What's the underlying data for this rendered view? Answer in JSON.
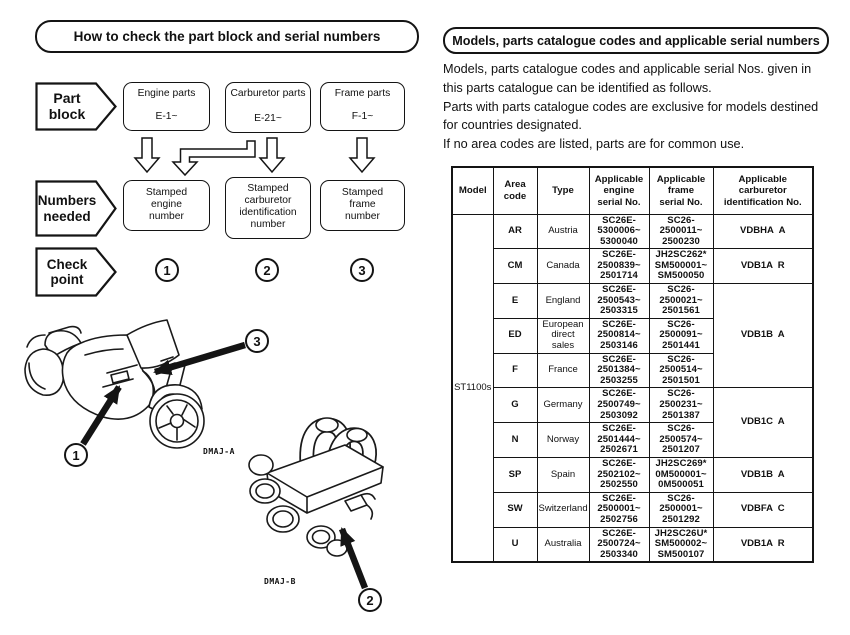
{
  "left": {
    "title": "How to check the part block and serial numbers",
    "flow": {
      "part_block": {
        "label": "Part block",
        "items": [
          {
            "name": "Engine parts",
            "code": "E-1~"
          },
          {
            "name": "Carburetor parts",
            "code": "E-21~"
          },
          {
            "name": "Frame parts",
            "code": "F-1~"
          }
        ]
      },
      "numbers_needed": {
        "label": "Numbers\nneeded",
        "items": [
          "Stamped\nengine\nnumber",
          "Stamped\ncarburetor\nidentification\nnumber",
          "Stamped\nframe\nnumber"
        ]
      },
      "check_point": {
        "label": "Check\npoint",
        "items": [
          "1",
          "2",
          "3"
        ]
      }
    },
    "figures": {
      "motorcycle_code": "DMAJ-A",
      "carburetor_code": "DMAJ-B",
      "callouts": {
        "engine": "1",
        "carburetor": "2",
        "frame": "3"
      }
    }
  },
  "right": {
    "title": "Models, parts catalogue codes and applicable serial numbers",
    "paragraph": "Models, parts catalogue codes and applicable serial Nos. given in\nthis parts catalogue can be identified as follows.\nParts with parts catalogue codes are exclusive for models destined\nfor countries designated.\nIf no area codes are listed, parts are for common use.",
    "table": {
      "headers": [
        "Model",
        "Area\ncode",
        "Type",
        "Applicable\nengine\nserial No.",
        "Applicable\nframe\nserial No.",
        "Applicable\ncarburetor\nidentification No."
      ],
      "model": "ST1100s",
      "rows": [
        {
          "area": "AR",
          "type": "Austria",
          "engine": "SC26E-\n5300006~\n5300040",
          "frame": "SC26-\n2500011~\n2500230",
          "carb": "VDBHA A"
        },
        {
          "area": "CM",
          "type": "Canada",
          "engine": "SC26E-\n2500839~\n2501714",
          "frame": "JH2SC262*\nSM500001~\nSM500050",
          "carb": "VDB1A R"
        },
        {
          "area": "E",
          "type": "England",
          "engine": "SC26E-\n2500543~\n2503315",
          "frame": "SC26-\n2500021~\n2501561",
          "carb": "VDB1B A"
        },
        {
          "area": "ED",
          "type": "European\ndirect\nsales",
          "engine": "SC26E-\n2500814~\n2503146",
          "frame": "SC26-\n2500091~\n2501441"
        },
        {
          "area": "F",
          "type": "France",
          "engine": "SC26E-\n2501384~\n2503255",
          "frame": "SC26-\n2500514~\n2501501"
        },
        {
          "area": "G",
          "type": "Germany",
          "engine": "SC26E-\n2500749~\n2503092",
          "frame": "SC26-\n2500231~\n2501387",
          "carb": "VDB1C A"
        },
        {
          "area": "N",
          "type": "Norway",
          "engine": "SC26E-\n2501444~\n2502671",
          "frame": "SC26-\n2500574~\n2501207"
        },
        {
          "area": "SP",
          "type": "Spain",
          "engine": "SC26E-\n2502102~\n2502550",
          "frame": "JH2SC269*\n0M500001~\n0M500051",
          "carb": "VDB1B A"
        },
        {
          "area": "SW",
          "type": "Switzerland",
          "engine": "SC26E-\n2500001~\n2502756",
          "frame": "SC26-\n2500001~\n2501292",
          "carb": "VDBFA C"
        },
        {
          "area": "U",
          "type": "Australia",
          "engine": "SC26E-\n2500724~\n2503340",
          "frame": "JH2SC26U*\nSM500002~\nSM500107",
          "carb": "VDB1A R"
        }
      ]
    }
  }
}
